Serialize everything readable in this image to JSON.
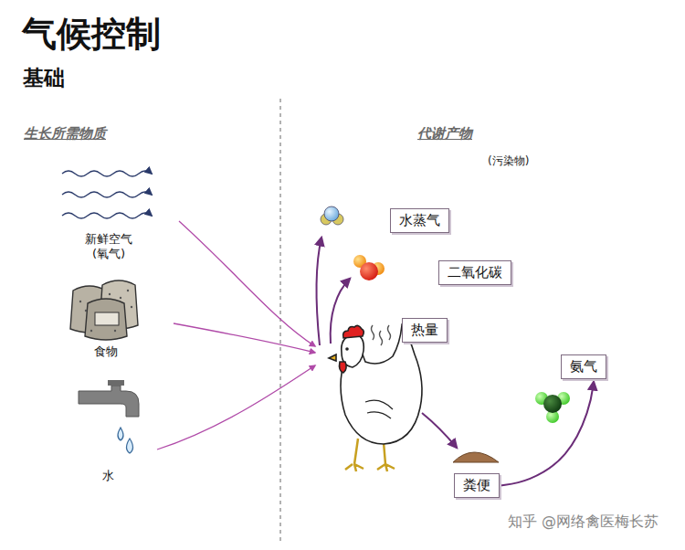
{
  "diagram": {
    "title": "气候控制",
    "nodes": [
      {
        "text": [
          "水蒸气"
        ]
      },
      {
        "text": [
          "二氧化碳"
        ]
      },
      {
        "text": [
          "热量"
        ]
      },
      {
        "text": [
          "氨气"
        ]
      },
      {
        "text": [
          "粪便"
        ]
      }
    ],
    "edges": [
      {
        "from": 4,
        "to": 3,
        "arrow": "to"
      }
    ],
    "labels": [
      "基础",
      "生长所需物质",
      "代谢产物",
      "(污染物)",
      "新鲜空气 (氧气)",
      "食物",
      "水",
      "知乎 @网络禽医梅长苏"
    ]
  }
}
